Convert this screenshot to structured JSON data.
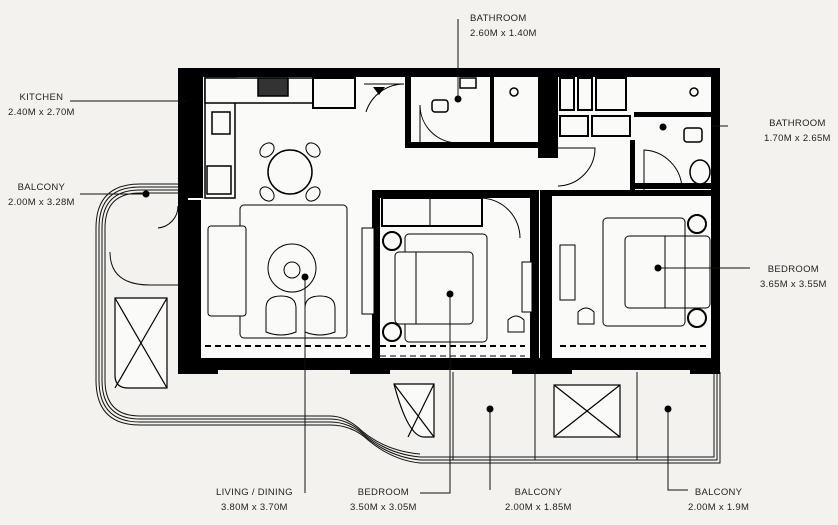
{
  "colors": {
    "background": "#f3f2ee",
    "interior": "#fafaf8",
    "wall": "#000000",
    "text": "#222222"
  },
  "rooms": [
    {
      "id": "kitchen",
      "name": "KITCHEN",
      "dims": "2.40M x 2.70M"
    },
    {
      "id": "bathroom-1",
      "name": "BATHROOM",
      "dims": "2.60M x 1.40M"
    },
    {
      "id": "bathroom-2",
      "name": "BATHROOM",
      "dims": "1.70M x 2.65M"
    },
    {
      "id": "balcony-west",
      "name": "BALCONY",
      "dims": "2.00M x 3.28M"
    },
    {
      "id": "bedroom-master",
      "name": "BEDROOM",
      "dims": "3.65M x 3.55M"
    },
    {
      "id": "living-dining",
      "name": "LIVING / DINING",
      "dims": "3.80M x 3.70M"
    },
    {
      "id": "bedroom-2",
      "name": "BEDROOM",
      "dims": "3.50M x 3.05M"
    },
    {
      "id": "balcony-south-1",
      "name": "BALCONY",
      "dims": "2.00M x 1.85M"
    },
    {
      "id": "balcony-south-2",
      "name": "BALCONY",
      "dims": "2.00M x 1.9M"
    }
  ]
}
